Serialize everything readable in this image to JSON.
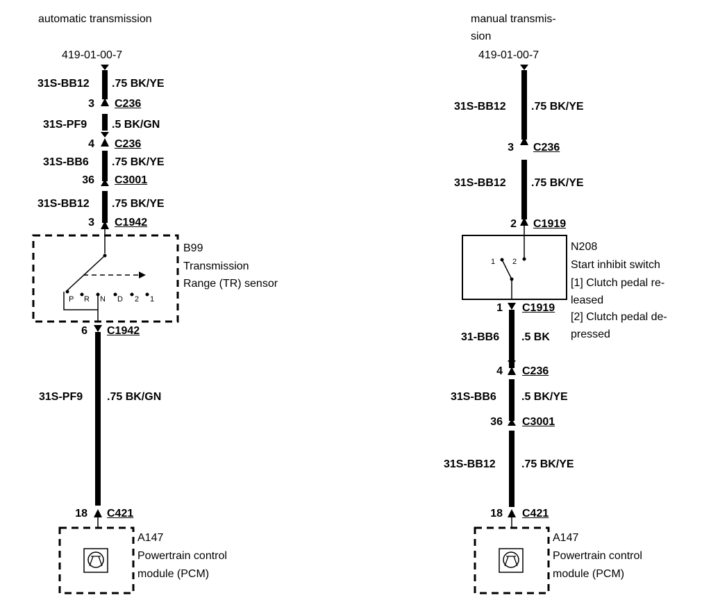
{
  "left": {
    "heading": "automatic transmission",
    "ref": "419-01-00-7",
    "segments": [
      {
        "wire": "31S-BB12",
        "spec": ".75 BK/YE"
      },
      {
        "pin": "3",
        "conn": "C236"
      },
      {
        "wire": "31S-PF9",
        "spec": ".5 BK/GN"
      },
      {
        "pin": "4",
        "conn": "C236"
      },
      {
        "wire": "31S-BB6",
        "spec": ".75 BK/YE"
      },
      {
        "pin": "36",
        "conn": "C3001"
      },
      {
        "wire": "31S-BB12",
        "spec": ".75 BK/YE"
      },
      {
        "pin": "3",
        "conn": "C1942"
      }
    ],
    "sensor": {
      "id": "B99",
      "name_line1": "Transmission",
      "name_line2": "Range (TR) sensor",
      "positions": [
        "P",
        "R",
        "N",
        "D",
        "2",
        "1"
      ]
    },
    "below_sensor": {
      "pin": "6",
      "conn": "C1942"
    },
    "long_wire": {
      "wire": "31S-PF9",
      "spec": ".75 BK/GN"
    },
    "end": {
      "pin": "18",
      "conn": "C421"
    },
    "module": {
      "id": "A147",
      "name_line1": "Powertrain control",
      "name_line2": "module (PCM)"
    }
  },
  "right": {
    "heading_line1": "manual transmis-",
    "heading_line2": "sion",
    "ref": "419-01-00-7",
    "wire1": {
      "wire": "31S-BB12",
      "spec": ".75 BK/YE"
    },
    "conn1": {
      "pin": "3",
      "conn": "C236"
    },
    "wire2": {
      "wire": "31S-BB12",
      "spec": ".75 BK/YE"
    },
    "conn2": {
      "pin": "2",
      "conn": "C1919"
    },
    "switch": {
      "id": "N208",
      "name": "Start inhibit switch",
      "note1_line1": "[1] Clutch pedal re-",
      "note1_line2": "leased",
      "note2_line1": "[2] Clutch pedal de-",
      "note2_line2": "pressed",
      "contact1": "1",
      "contact2": "2"
    },
    "conn3": {
      "pin": "1",
      "conn": "C1919"
    },
    "wire3": {
      "wire": "31-BB6",
      "spec": ".5 BK"
    },
    "conn4": {
      "pin": "4",
      "conn": "C236"
    },
    "wire4": {
      "wire": "31S-BB6",
      "spec": ".5 BK/YE"
    },
    "conn5": {
      "pin": "36",
      "conn": "C3001"
    },
    "wire5": {
      "wire": "31S-BB12",
      "spec": ".75 BK/YE"
    },
    "end": {
      "pin": "18",
      "conn": "C421"
    },
    "module": {
      "id": "A147",
      "name_line1": "Powertrain control",
      "name_line2": "module (PCM)"
    }
  }
}
